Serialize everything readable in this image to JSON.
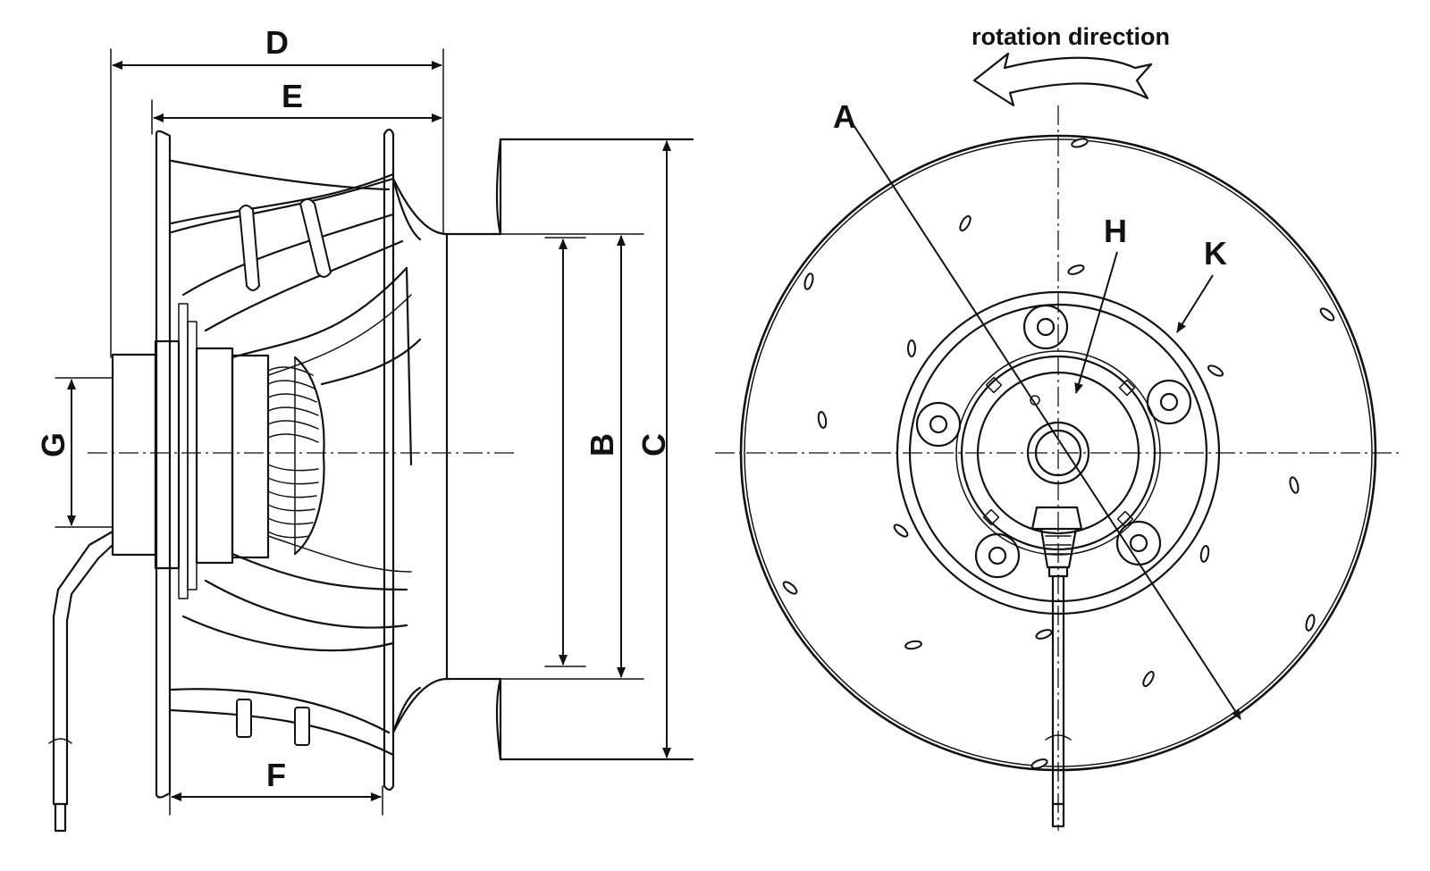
{
  "labels": {
    "D": "D",
    "E": "E",
    "F": "F",
    "G": "G",
    "B": "B",
    "C": "C",
    "A": "A",
    "H": "H",
    "K": "K",
    "rotation": "rotation direction"
  }
}
